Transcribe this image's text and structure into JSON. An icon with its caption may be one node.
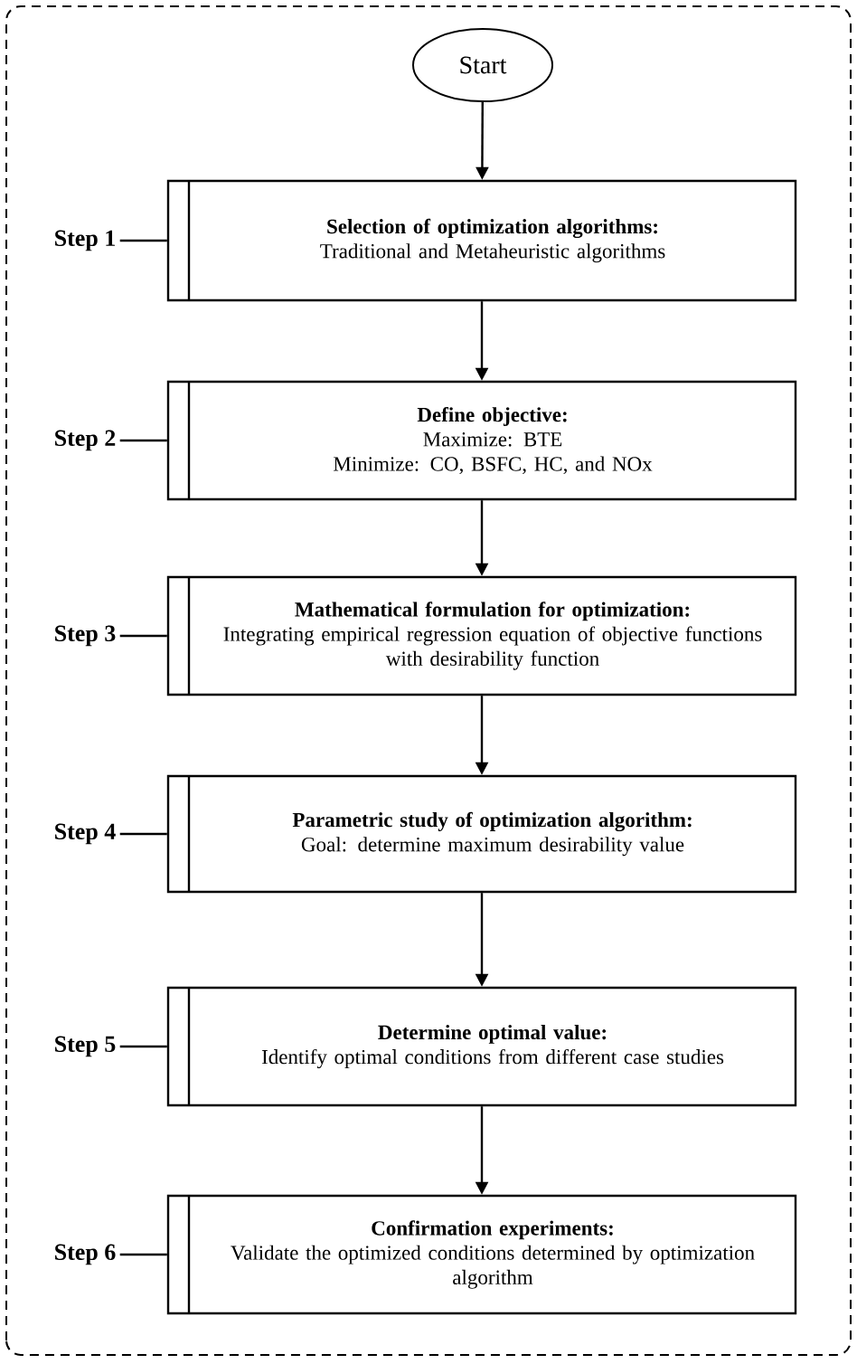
{
  "diagram": {
    "nodes": [
      {
        "text": [
          "Start"
        ]
      },
      {
        "text": [
          "Selection of optimization algorithms:",
          "Traditional and Metaheuristic algorithms"
        ]
      },
      {
        "text": [
          "Define objective:",
          "Maximize: BTE",
          "Minimize: CO, BSFC, HC, and NOx"
        ]
      },
      {
        "text": [
          "Mathematical formulation for optimization:",
          "Integrating empirical regression equation of objective functions with desirability function"
        ]
      },
      {
        "text": [
          "Parametric study of optimization algorithm:",
          "Goal: determine maximum desirability value"
        ]
      },
      {
        "text": [
          "Determine optimal value:",
          "Identify optimal conditions from different case studies"
        ]
      },
      {
        "text": [
          "Confirmation experiments:",
          "Validate the optimized conditions determined by optimization algorithm"
        ]
      },
      {
        "text": [
          "Step 1"
        ]
      },
      {
        "text": [
          "Step 2"
        ]
      },
      {
        "text": [
          "Step 3"
        ]
      },
      {
        "text": [
          "Step 4"
        ]
      },
      {
        "text": [
          "Step 5"
        ]
      },
      {
        "text": [
          "Step 6"
        ]
      }
    ],
    "edges": [
      {
        "from": 0,
        "to": 1,
        "arrow": "to"
      },
      {
        "from": 1,
        "to": 2,
        "arrow": "to"
      },
      {
        "from": 2,
        "to": 3,
        "arrow": "to"
      },
      {
        "from": 3,
        "to": 4,
        "arrow": "to"
      },
      {
        "from": 4,
        "to": 5,
        "arrow": "to"
      },
      {
        "from": 5,
        "to": 6,
        "arrow": "to"
      },
      {
        "from": 7,
        "to": 1,
        "arrow": "none"
      },
      {
        "from": 8,
        "to": 2,
        "arrow": "none"
      },
      {
        "from": 9,
        "to": 3,
        "arrow": "none"
      },
      {
        "from": 10,
        "to": 4,
        "arrow": "none"
      },
      {
        "from": 11,
        "to": 5,
        "arrow": "none"
      },
      {
        "from": 12,
        "to": 6,
        "arrow": "none"
      }
    ]
  }
}
